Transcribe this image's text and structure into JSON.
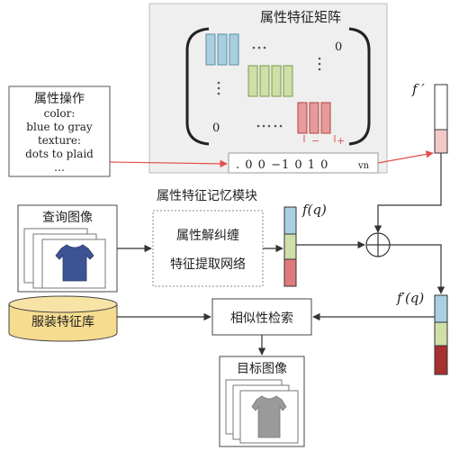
{
  "colors": {
    "blue": "#a9cfe0",
    "green": "#cfdfa8",
    "red": "#e79a9a",
    "dark_red": "#a73131",
    "yellow_db": "#f6dc8f",
    "arrow": "#333333",
    "red_arrow": "#e05050",
    "matrix_bg": "#efefef"
  },
  "matrix": {
    "title": "属性特征矩阵",
    "zero_top": "0",
    "zero_bottom": "0",
    "minus": "−",
    "plus": "+",
    "vector": ". 0 0 −1 0 1 0",
    "vector_unit": "vn"
  },
  "attribute_op": {
    "title": "属性操作",
    "lines": [
      "color:",
      "blue to gray",
      "texture:",
      "dots to plaid",
      "…"
    ]
  },
  "labels": {
    "f_prime": "f ′",
    "f_q": "f(q)",
    "f_prime_q": "f′(q)",
    "memory_module": "属性特征记忆模块",
    "disentangle_line1": "属性解纠缠",
    "disentangle_line2": "特征提取网络",
    "query_image": "查询图像",
    "clothing_db": "服装特征库",
    "similarity_search": "相似性检索",
    "target_image": "目标图像"
  }
}
